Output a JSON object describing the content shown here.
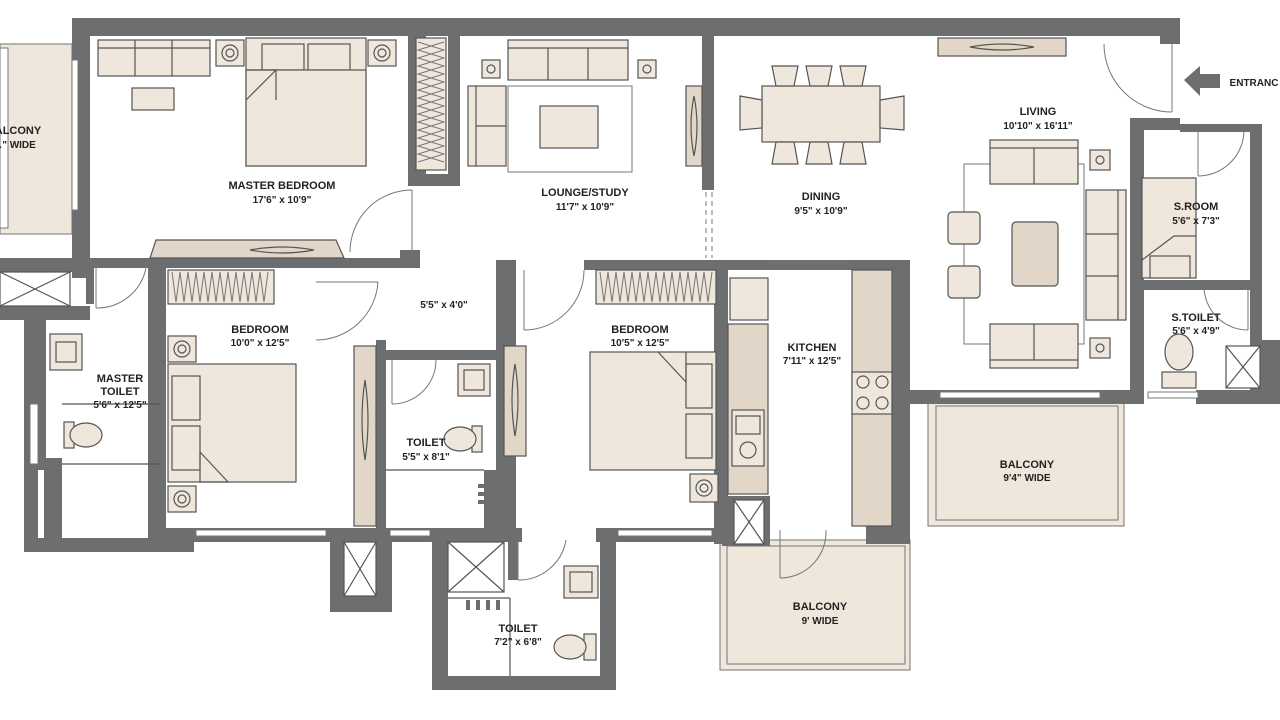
{
  "rooms": {
    "master_bedroom": {
      "name": "MASTER BEDROOM",
      "dim": "17'6\" x 10'9\""
    },
    "lounge_study": {
      "name": "LOUNGE/STUDY",
      "dim": "11'7\" x 10'9\""
    },
    "dining": {
      "name": "DINING",
      "dim": "9'5\" x 10'9\""
    },
    "living": {
      "name": "LIVING",
      "dim": "10'10\" x 16'11\""
    },
    "s_room": {
      "name": "S.ROOM",
      "dim": "5'6\" x 7'3\""
    },
    "s_toilet": {
      "name": "S.TOILET",
      "dim": "5'6\" x 4'9\""
    },
    "bedroom_1": {
      "name": "BEDROOM",
      "dim": "10'0\" x 12'5\""
    },
    "bedroom_2": {
      "name": "BEDROOM",
      "dim": "10'5\" x 12'5\""
    },
    "kitchen": {
      "name": "KITCHEN",
      "dim": "7'11\" x 12'5\""
    },
    "master_toilet": {
      "name_line1": "MASTER",
      "name_line2": "TOILET",
      "dim": "5'6\" x 12'5\""
    },
    "toilet_1": {
      "name": "TOILET",
      "dim": "5'5\" x 8'1\""
    },
    "toilet_2": {
      "name": "TOILET",
      "dim": "7'2\" x 6'8\""
    },
    "passage": {
      "dim": "5'5\" x 4'0\""
    },
    "balcony_left": {
      "name": "BALCONY",
      "dim": "…\" WIDE"
    },
    "balcony_right": {
      "name": "BALCONY",
      "dim": "9'4\" WIDE"
    },
    "balcony_kitchen": {
      "name": "BALCONY",
      "dim": "9' WIDE"
    }
  },
  "entrance": {
    "label": "ENTRANC"
  },
  "colors": {
    "wall": "#6d6e70",
    "furniture": "#efe6dc",
    "furniture_dark": "#e2d6c8",
    "balcony": "#efe6dc"
  },
  "icons": [
    "entrance-arrow-icon",
    "bed-icon",
    "sofa-icon",
    "dining-table-icon",
    "wardrobe-icon",
    "wc-icon",
    "washbasin-icon",
    "stove-icon",
    "sink-icon",
    "door-swing-icon",
    "shaft-icon"
  ]
}
